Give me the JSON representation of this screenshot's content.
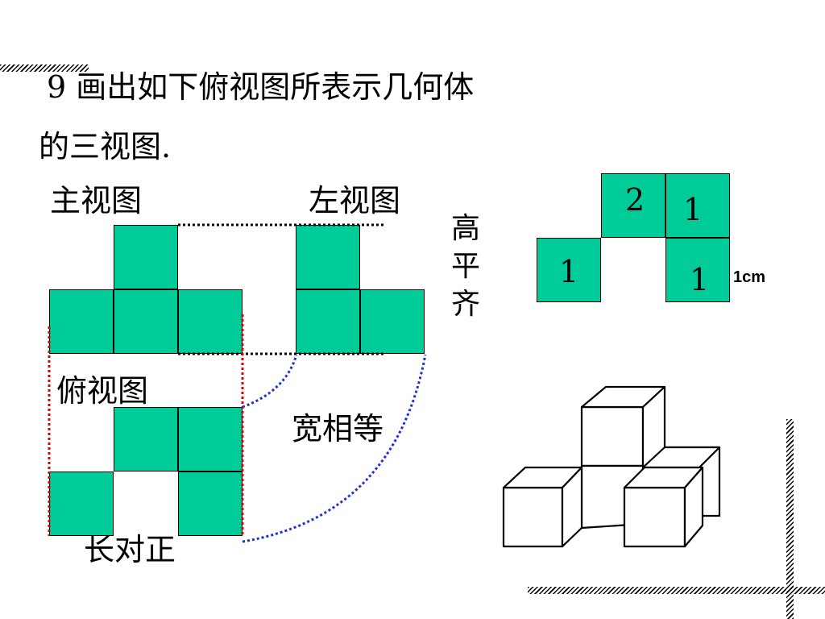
{
  "problem": {
    "line1": "9 画出如下俯视图所表示几何体",
    "line2": "的三视图."
  },
  "views": {
    "front_label": "主视图",
    "left_label": "左视图",
    "top_label": "俯视图"
  },
  "rules": {
    "height_level": [
      "高",
      "平",
      "齐"
    ],
    "width_equal": "宽相等",
    "length_aligned": "长对正"
  },
  "top_view_counts": {
    "cells": [
      "2",
      "1",
      "1",
      "1"
    ],
    "unit": "1cm"
  },
  "colors": {
    "square_fill": "#00cc99",
    "red_guide": "#e00000",
    "blue_guide": "#2233cc",
    "black_guide": "#000000"
  }
}
